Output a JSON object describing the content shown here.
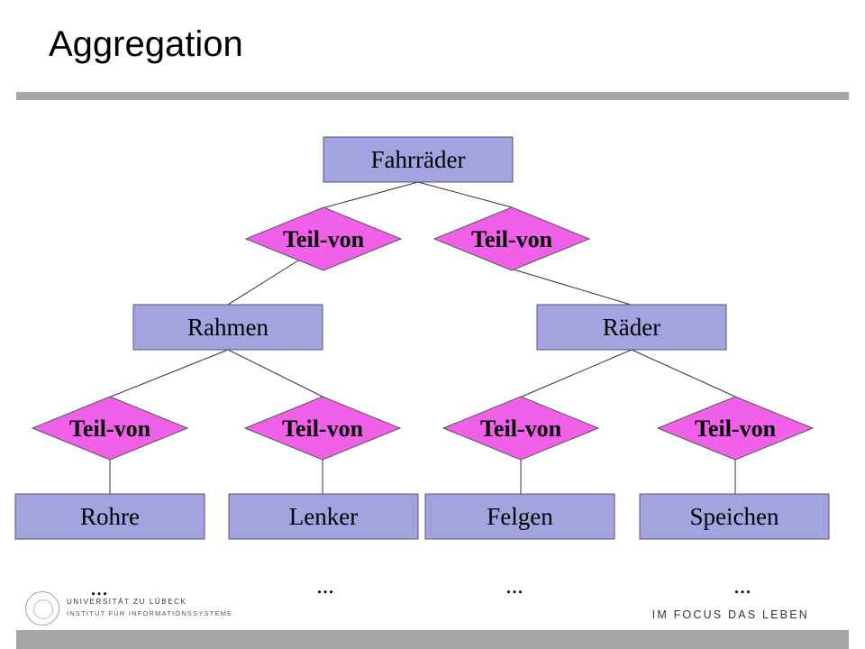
{
  "title": "Aggregation",
  "diagram": {
    "entities": [
      {
        "id": "fahrraeder",
        "label": "Fahrräder"
      },
      {
        "id": "rahmen",
        "label": "Rahmen"
      },
      {
        "id": "raeder",
        "label": "Räder"
      },
      {
        "id": "rohre",
        "label": "Rohre"
      },
      {
        "id": "lenker",
        "label": "Lenker"
      },
      {
        "id": "felgen",
        "label": "Felgen"
      },
      {
        "id": "speichen",
        "label": "Speichen"
      }
    ],
    "relationships": [
      {
        "id": "r1",
        "label": "Teil-von",
        "parent": "fahrraeder",
        "child": "rahmen"
      },
      {
        "id": "r2",
        "label": "Teil-von",
        "parent": "fahrraeder",
        "child": "raeder"
      },
      {
        "id": "r3",
        "label": "Teil-von",
        "parent": "rahmen",
        "child": "rohre"
      },
      {
        "id": "r4",
        "label": "Teil-von",
        "parent": "rahmen",
        "child": "lenker"
      },
      {
        "id": "r5",
        "label": "Teil-von",
        "parent": "raeder",
        "child": "felgen"
      },
      {
        "id": "r6",
        "label": "Teil-von",
        "parent": "raeder",
        "child": "speichen"
      }
    ],
    "ellipses": [
      "...",
      "...",
      "...",
      "..."
    ]
  },
  "footer": {
    "university": "UNIVERSITÄT ZU LÜBECK",
    "institute": "INSTITUT FÜR INFORMATIONSSYSTEME",
    "slogan": "IM FOCUS DAS LEBEN"
  },
  "colors": {
    "entity_fill": "#a3a3e0",
    "relationship_fill": "#f060e8",
    "rule_gray": "#a6a6a6"
  }
}
